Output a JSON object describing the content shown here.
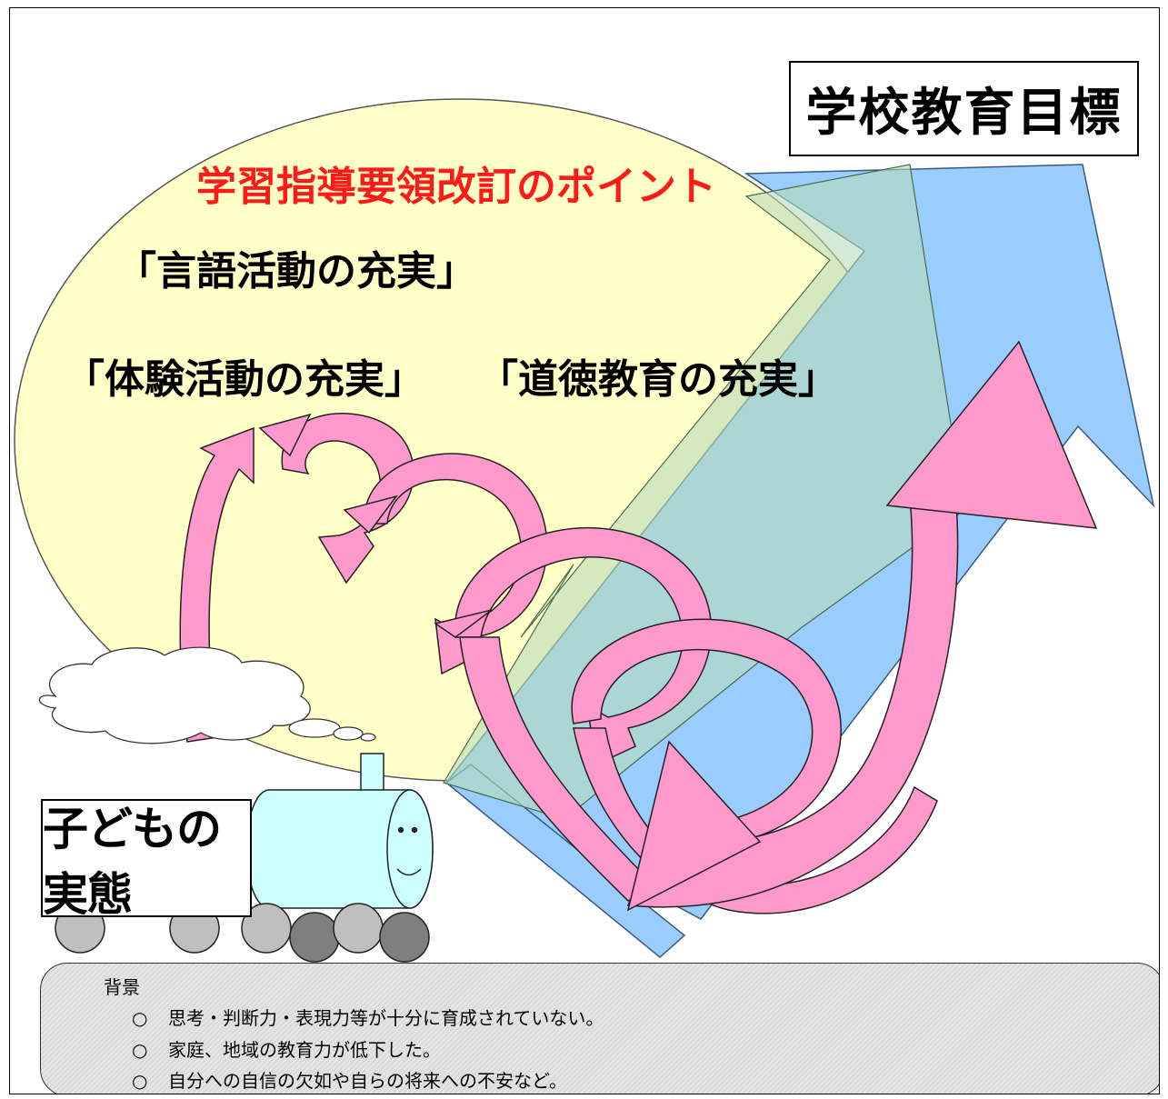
{
  "goal": "学校教育目標",
  "headline": "学習指導要領改訂のポイント",
  "points": [
    "「言語活動の充実」",
    "「体験活動の充実」",
    "「道徳教育の充実」"
  ],
  "child": "子どもの実態",
  "background": {
    "title": "背景",
    "bullet": "○",
    "items": [
      "思考・判断力・表現力等が十分に育成されていない。",
      "家庭、地域の教育力が低下した。",
      "自分への自信の欠如や自らの将来への不安など。"
    ]
  },
  "colors": {
    "ellipse": "#ffffc8",
    "blue_arrow": "#99ccff",
    "green_band": "#cce8cc",
    "pink_arrow": "#ff99cc",
    "train": "#ccffff",
    "wheel": "#bfbfbf",
    "headline": "#ff1a1a"
  }
}
